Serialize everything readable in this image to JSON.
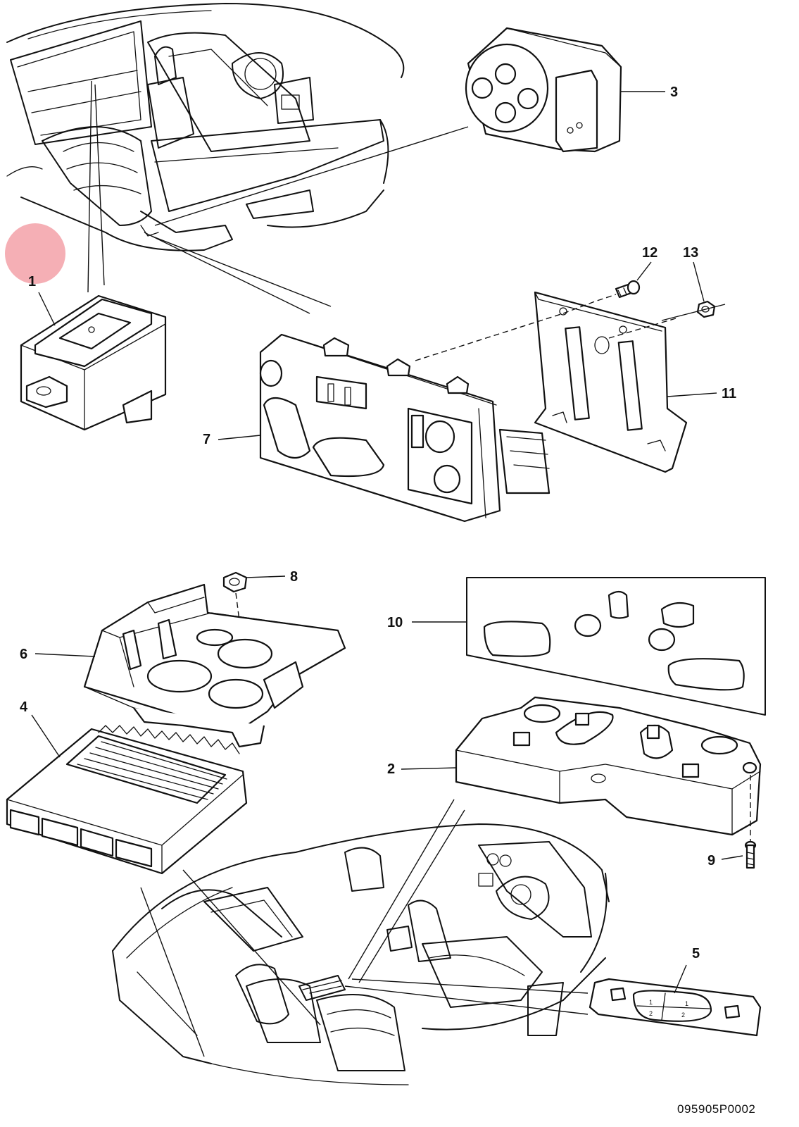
{
  "diagram": {
    "reference_code": "095905P0002",
    "callouts": [
      {
        "id": "1",
        "label": "1"
      },
      {
        "id": "2",
        "label": "2"
      },
      {
        "id": "3",
        "label": "3"
      },
      {
        "id": "4",
        "label": "4"
      },
      {
        "id": "5",
        "label": "5"
      },
      {
        "id": "6",
        "label": "6"
      },
      {
        "id": "7",
        "label": "7"
      },
      {
        "id": "8",
        "label": "8"
      },
      {
        "id": "9",
        "label": "9"
      },
      {
        "id": "10",
        "label": "10"
      },
      {
        "id": "11",
        "label": "11"
      },
      {
        "id": "12",
        "label": "12"
      },
      {
        "id": "13",
        "label": "13"
      }
    ],
    "highlight_color": "#f4a6ad",
    "line_color": "#111111"
  }
}
